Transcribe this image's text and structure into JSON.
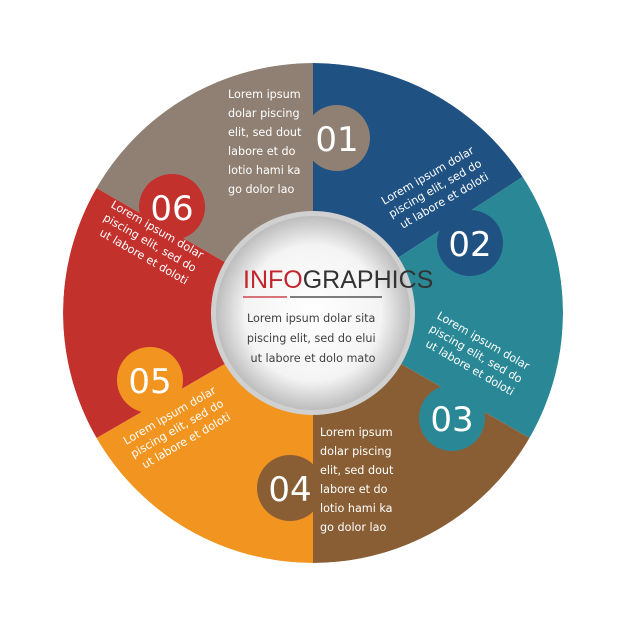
{
  "center": {
    "title_part1": "INFO",
    "title_part2": "GRAPHICS",
    "text_lines": [
      "Lorem ipsum dolar sita",
      "piscing elit, sed do elui",
      "ut labore et dolo mato"
    ]
  },
  "colors": {
    "seg1": "#8f8073",
    "seg2": "#1f5183",
    "seg3": "#2a8896",
    "seg4": "#8a5e34",
    "seg5": "#f19420",
    "seg6": "#c3312d",
    "title_accent": "#c2252c"
  },
  "segments": [
    {
      "number": "01",
      "lines": [
        "Lorem ipsum",
        "dolar piscing",
        "elit, sed dout",
        "labore et do",
        "lotio hami ka",
        "go dolor lao"
      ]
    },
    {
      "number": "02",
      "lines": [
        "Lorem ipsum dolar",
        "piscing elit, sed do",
        "ut labore et doloti"
      ]
    },
    {
      "number": "03",
      "lines": [
        "Lorem ipsum dolar",
        "piscing elit, sed do",
        "ut labore et doloti"
      ]
    },
    {
      "number": "04",
      "lines": [
        "Lorem ipsum",
        "dolar piscing",
        "elit, sed dout",
        "labore et do",
        "lotio hami ka",
        "go dolor lao"
      ]
    },
    {
      "number": "05",
      "lines": [
        "Lorem ipsum dolar",
        "piscing elit, sed do",
        "ut labore et doloti"
      ]
    },
    {
      "number": "06",
      "lines": [
        "Lorem ipsum dolar",
        "piscing elit, sed do",
        "ut labore et doloti"
      ]
    }
  ]
}
